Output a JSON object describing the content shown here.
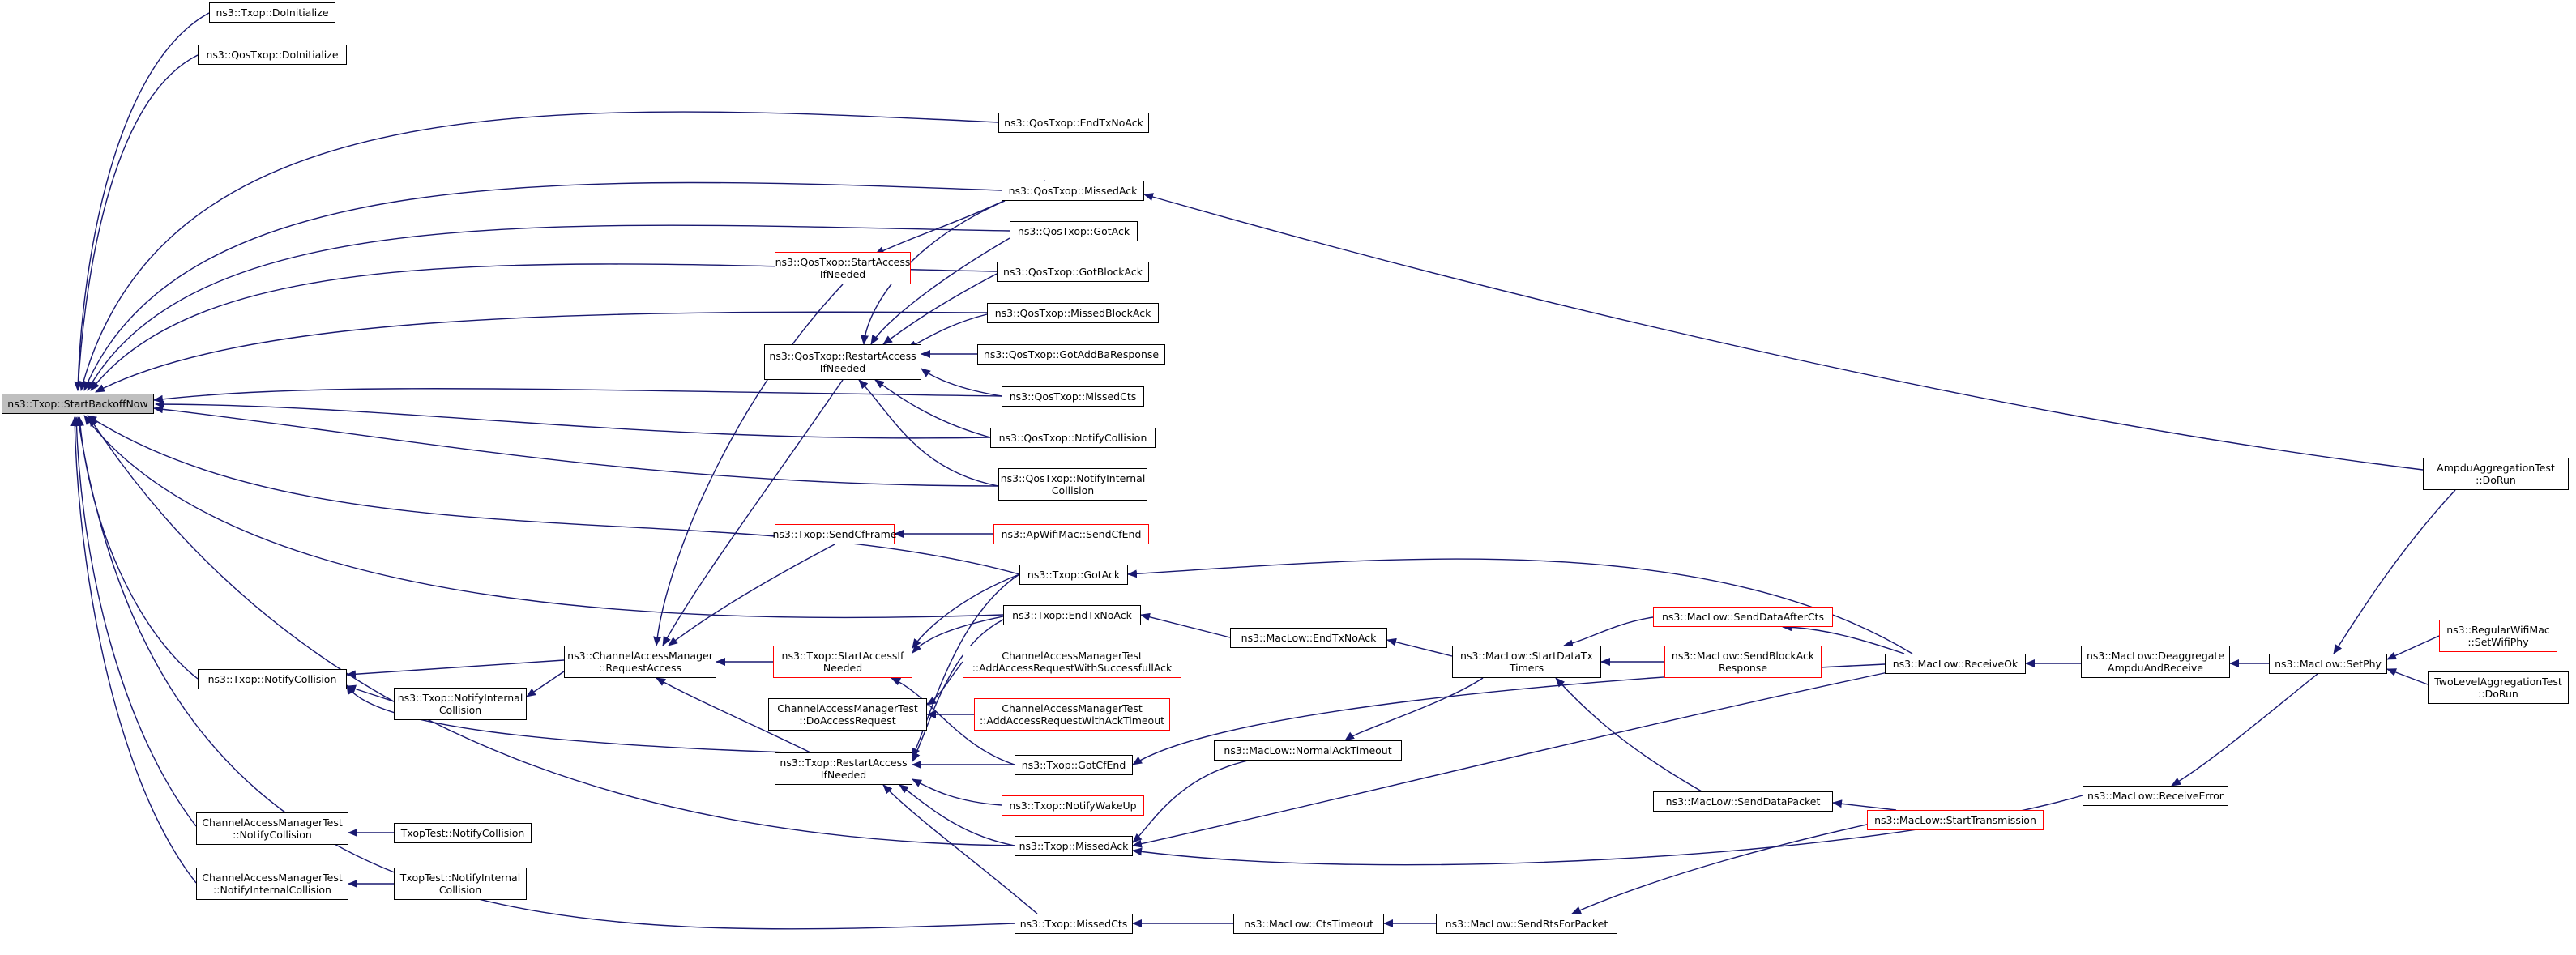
{
  "colors": {
    "edge": "#191970",
    "node_border": "#000000",
    "truncated_border": "#ff0000",
    "root_fill": "#bfbfbf"
  },
  "nodes": {
    "root": "ns3::Txop::StartBackoffNow",
    "txop_doinit": "ns3::Txop::DoInitialize",
    "qos_doinit": "ns3::QosTxop::DoInitialize",
    "qos_endtxnoack": "ns3::QosTxop::EndTxNoAck",
    "qos_missedack": "ns3::QosTxop::MissedAck",
    "qos_gotack": "ns3::QosTxop::GotAck",
    "qos_gotblockack": "ns3::QosTxop::GotBlockAck",
    "qos_missedblockack": "ns3::QosTxop::MissedBlockAck",
    "qos_gotaddba": "ns3::QosTxop::GotAddBaResponse",
    "qos_missedcts": "ns3::QosTxop::MissedCts",
    "qos_notifycollision": "ns3::QosTxop::NotifyCollision",
    "qos_notifyinternal": "ns3::QosTxop::NotifyInternal\nCollision",
    "qos_startaccess": "ns3::QosTxop::StartAccess\nIfNeeded",
    "qos_restartaccess": "ns3::QosTxop::RestartAccess\nIfNeeded",
    "cam_request": "ns3::ChannelAccessManager\n::RequestAccess",
    "txop_sendcfframe": "ns3::Txop::SendCfFrame",
    "apwifi_sendcfend": "ns3::ApWifiMac::SendCfEnd",
    "txop_gotack": "ns3::Txop::GotAck",
    "txop_endtxnoack": "ns3::Txop::EndTxNoAck",
    "maclow_endtxnoack": "ns3::MacLow::EndTxNoAck",
    "txop_notifycollision": "ns3::Txop::NotifyCollision",
    "txop_notifyinternal": "ns3::Txop::NotifyInternal\nCollision",
    "txop_startaccess": "ns3::Txop::StartAccessIf\nNeeded",
    "camtest_successful": "ChannelAccessManagerTest\n::AddAccessRequestWithSuccessfullAck",
    "camtest_doaccess": "ChannelAccessManagerTest\n::DoAccessRequest",
    "camtest_acktimeout": "ChannelAccessManagerTest\n::AddAccessRequestWithAckTimeout",
    "txop_gotcfend": "ns3::Txop::GotCfEnd",
    "txop_restartaccess": "ns3::Txop::RestartAccess\nIfNeeded",
    "txop_notifywakeup": "ns3::Txop::NotifyWakeUp",
    "txop_missedack": "ns3::Txop::MissedAck",
    "txop_missedcts": "ns3::Txop::MissedCts",
    "camtest_notifycollision": "ChannelAccessManagerTest\n::NotifyCollision",
    "camtest_notifyinternal": "ChannelAccessManagerTest\n::NotifyInternalCollision",
    "txoptest_notifycollision": "TxopTest::NotifyCollision",
    "txoptest_notifyinternal": "TxopTest::NotifyInternal\nCollision",
    "maclow_normalacktimeout": "ns3::MacLow::NormalAckTimeout",
    "maclow_ctstimeout": "ns3::MacLow::CtsTimeout",
    "maclow_sendrts": "ns3::MacLow::SendRtsForPacket",
    "maclow_startdatatx": "ns3::MacLow::StartDataTx\nTimers",
    "maclow_senddataaftercts": "ns3::MacLow::SendDataAfterCts",
    "maclow_sendblockack": "ns3::MacLow::SendBlockAck\nResponse",
    "maclow_senddatapacket": "ns3::MacLow::SendDataPacket",
    "maclow_starttransmission": "ns3::MacLow::StartTransmission",
    "maclow_receiveok": "ns3::MacLow::ReceiveOk",
    "maclow_deaggregate": "ns3::MacLow::Deaggregate\nAmpduAndReceive",
    "maclow_receiveerror": "ns3::MacLow::ReceiveError",
    "maclow_setphy": "ns3::MacLow::SetPhy",
    "ampdu_dorun": "AmpduAggregationTest\n::DoRun",
    "regularwifimac_setwifiphy": "ns3::RegularWifiMac\n::SetWifiPhy",
    "twolevel_dorun": "TwoLevelAggregationTest\n::DoRun"
  }
}
